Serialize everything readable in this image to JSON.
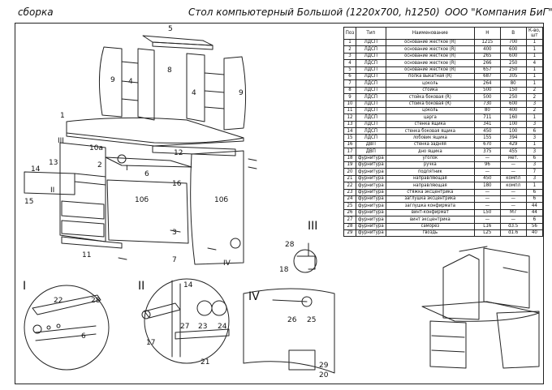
{
  "header": {
    "left": "сборка",
    "center": "Стол компьютерный Большой  (1220х700, h1250)",
    "right": "ООО \"Компания БиГ\""
  },
  "table": {
    "headers": [
      "Поз",
      "Тип",
      "Наименование",
      "Н",
      "В",
      "К-во, шт"
    ],
    "rows": [
      [
        "1",
        "ЛДСП",
        "основание жесткое (R)",
        "1215",
        "700",
        "1"
      ],
      [
        "2",
        "ЛДСП",
        "основание жесткое (R)",
        "400",
        "600",
        "1"
      ],
      [
        "3",
        "ЛДСП",
        "основание жесткое (R)",
        "265",
        "600",
        "1"
      ],
      [
        "4",
        "ЛДСП",
        "основание жесткое (R)",
        "266",
        "250",
        "4"
      ],
      [
        "5",
        "ЛДСП",
        "основание жесткое (R)",
        "657",
        "250",
        "1"
      ],
      [
        "6",
        "ЛДСП",
        "полка выкатная (R)",
        "687",
        "305",
        "1"
      ],
      [
        "7",
        "ЛДСП",
        "цоколь",
        "264",
        "80",
        "1"
      ],
      [
        "8",
        "ЛДСП",
        "стойка",
        "500",
        "150",
        "2"
      ],
      [
        "9",
        "ЛДСП",
        "стойка боковая (R)",
        "500",
        "250",
        "2"
      ],
      [
        "10",
        "ЛДСП",
        "стойка боковая (R)",
        "730",
        "600",
        "3"
      ],
      [
        "11",
        "ЛДСП",
        "цоколь",
        "80",
        "400",
        "2"
      ],
      [
        "12",
        "ЛДСП",
        "царга",
        "711",
        "160",
        "1"
      ],
      [
        "13",
        "ЛДСП",
        "стенка ящика",
        "341",
        "100",
        "3"
      ],
      [
        "14",
        "ЛДСП",
        "стенка боковая ящика",
        "450",
        "100",
        "6"
      ],
      [
        "15",
        "ЛДСП",
        "лобовик ящика",
        "155",
        "394",
        "3"
      ],
      [
        "16",
        "ДВП",
        "стенка задняя",
        "670",
        "429",
        "1"
      ],
      [
        "17",
        "ДВП",
        "дно ящика",
        "375",
        "455",
        "3"
      ],
      [
        "18",
        "фурнитура",
        "уголок",
        "—",
        "мет.",
        "6"
      ],
      [
        "19",
        "фурнитура",
        "ручка",
        "96",
        "—",
        "3"
      ],
      [
        "20",
        "фурнитура",
        "подпятник",
        "—",
        "—",
        "7"
      ],
      [
        "21",
        "фурнитура",
        "направляющая",
        "450",
        "компл",
        "3"
      ],
      [
        "22",
        "фурнитура",
        "направляющая",
        "180",
        "компл",
        "1"
      ],
      [
        "23",
        "фурнитура",
        "стяжка эксцентрика",
        "—",
        "—",
        "6"
      ],
      [
        "24",
        "фурнитура",
        "заглушка эксцентрика",
        "—",
        "—",
        "6"
      ],
      [
        "25",
        "фурнитура",
        "заглушка конфирмата",
        "—",
        "—",
        "44"
      ],
      [
        "26",
        "фурнитура",
        "винт-конфирмат",
        "L50",
        "М7",
        "44"
      ],
      [
        "27",
        "фурнитура",
        "винт эксцентрика",
        "—",
        "—",
        "6"
      ],
      [
        "28",
        "фурнитура",
        "саморез",
        "L16",
        "d3.5",
        "56"
      ],
      [
        "29",
        "фурнитура",
        "гвоздь",
        "L25",
        "d1.6",
        "40"
      ]
    ]
  },
  "labels": {
    "n1": "1",
    "n2": "2",
    "n3": "3",
    "n4a": "4",
    "n4b": "4",
    "n5": "5",
    "n6a": "6",
    "n6b": "6",
    "n7": "7",
    "n8": "8",
    "n9a": "9",
    "n9b": "9",
    "n10a": "10а",
    "n10b": "10б",
    "n10c": "10б",
    "n11": "11",
    "n12": "12",
    "n13": "13",
    "n14a": "14",
    "n14b": "14",
    "n15": "15",
    "n16": "16",
    "n17": "17",
    "n18": "18",
    "n20": "20",
    "n21": "21",
    "n22": "22",
    "n23": "23",
    "n24": "24",
    "n25": "25",
    "n26": "26",
    "n27": "27",
    "n28a": "28",
    "n28b": "28",
    "n29": "29",
    "rI": "I",
    "rII": "II",
    "rIII": "III",
    "rIV": "IV",
    "cI": "I",
    "cII": "II",
    "cIII": "III",
    "cIV": "IV"
  }
}
